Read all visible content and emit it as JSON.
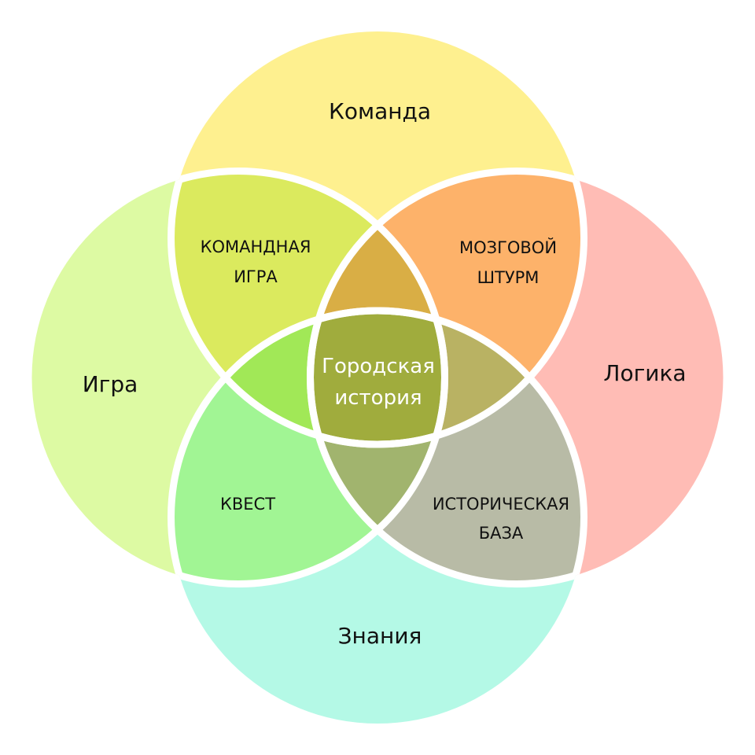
{
  "diagram": {
    "type": "venn-4",
    "circles": {
      "top": {
        "label": "Команда",
        "color": "#FEF08F"
      },
      "left": {
        "label": "Игра",
        "color": "#DDFAA3"
      },
      "right": {
        "label": "Логика",
        "color": "#FFBCB5"
      },
      "bottom": {
        "label": "Знания",
        "color": "#B4F9E6"
      }
    },
    "pairs": {
      "top_left": {
        "line1": "КОМАНДНАЯ",
        "line2": "ИГРА",
        "color": "#DBEA5E"
      },
      "top_right": {
        "line1": "МОЗГОВОЙ",
        "line2": "ШТУРМ",
        "color": "#FDB26A"
      },
      "bottom_left": {
        "line1": "КВЕСТ",
        "line2": "",
        "color": "#A1F594"
      },
      "bottom_right": {
        "line1": "ИСТОРИЧЕСКАЯ",
        "line2": "БАЗА",
        "color": "#B8BBA6"
      }
    },
    "triples": {
      "top": {
        "color": "#D9AE45"
      },
      "left": {
        "color": "#A1E857"
      },
      "right": {
        "color": "#B9B263"
      },
      "bottom": {
        "color": "#A1B46E"
      }
    },
    "center": {
      "line1": "Городская",
      "line2": "история",
      "color": "#A0AC3D"
    },
    "stroke_color": "#FFFFFF"
  }
}
